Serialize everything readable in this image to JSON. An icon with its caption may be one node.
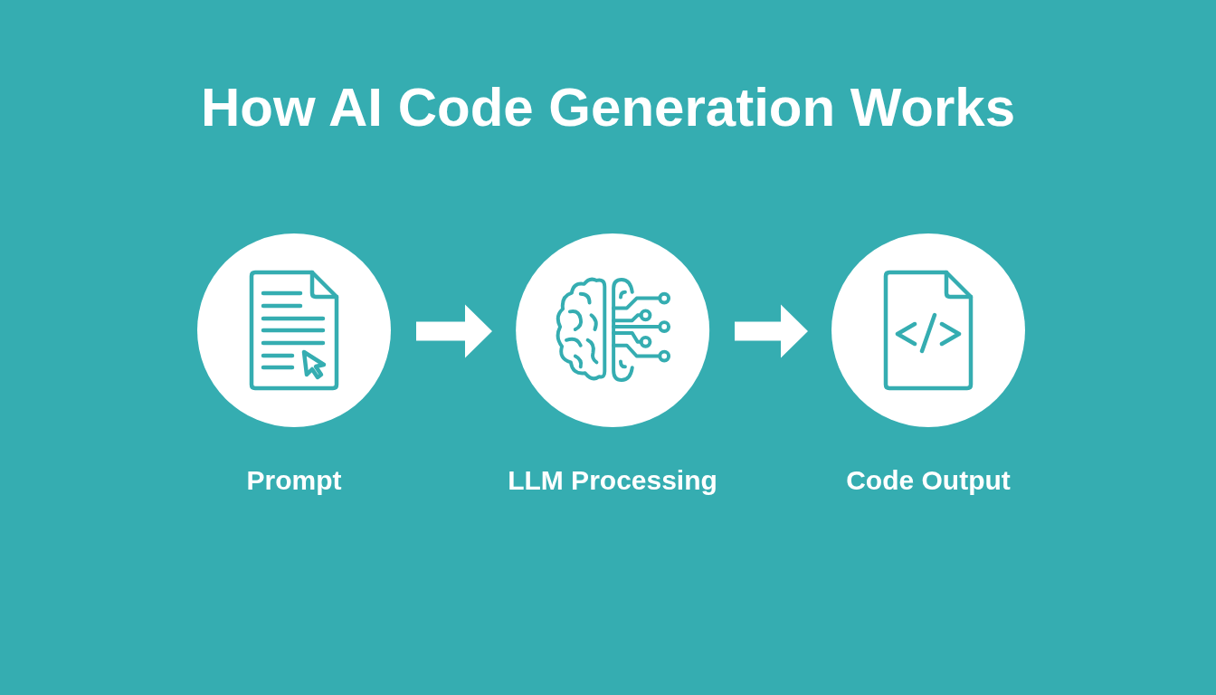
{
  "diagram": {
    "title": "How AI Code Generation Works",
    "nodes": [
      {
        "text": [
          "Prompt"
        ]
      },
      {
        "text": [
          "LLM Processing"
        ]
      },
      {
        "text": [
          "Code Output"
        ]
      }
    ],
    "edges": [
      {
        "from": 0,
        "to": 1,
        "arrow": "to"
      },
      {
        "from": 1,
        "to": 2,
        "arrow": "to"
      }
    ]
  }
}
